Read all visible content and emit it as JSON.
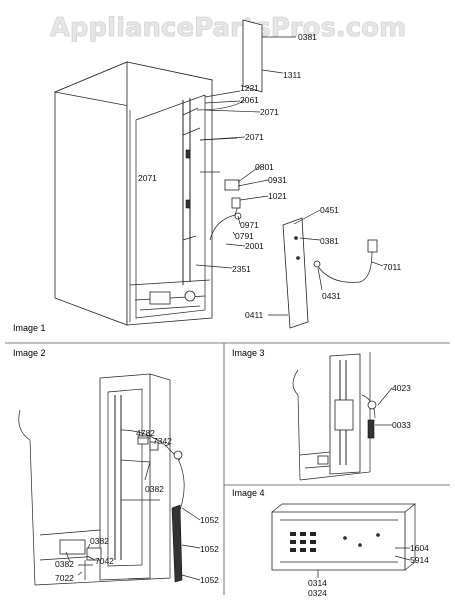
{
  "watermark": "AppliancePartsPros.com",
  "panels": [
    {
      "title": "Image 1"
    },
    {
      "title": "Image 2"
    },
    {
      "title": "Image 3"
    },
    {
      "title": "Image 4"
    }
  ],
  "callouts": {
    "image1": [
      "0381",
      "1311",
      "1221",
      "2061",
      "2071",
      "2071",
      "2071",
      "0801",
      "0931",
      "1021",
      "0451",
      "0971",
      "0791",
      "0381",
      "2001",
      "7011",
      "2351",
      "0431",
      "0411"
    ],
    "image2": [
      "4782",
      "7342",
      "0382",
      "1052",
      "1052",
      "0382",
      "7042",
      "0382",
      "7022",
      "1052"
    ],
    "image3": [
      "4023",
      "0033"
    ],
    "image4": [
      "1604",
      "5914",
      "0314",
      "0324"
    ]
  }
}
